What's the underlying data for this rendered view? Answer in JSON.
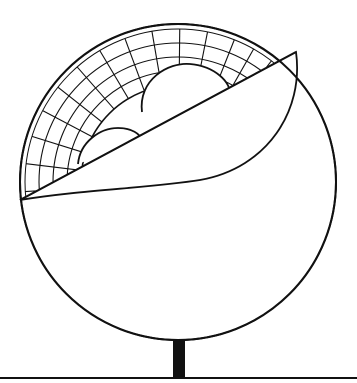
{
  "diagram": {
    "kind": "line-drawing",
    "subject": "globe-lamp-sculpture",
    "colors": {
      "background": "#ffffff",
      "stroke": "#111111"
    },
    "grid": {
      "radial_lines": 11,
      "concentric_arcs": 4
    },
    "parts": [
      "outer-sphere",
      "upper-hemisphere-grid",
      "large-inner-bump",
      "small-inner-bump",
      "diagonal-lip",
      "stand-post",
      "ground-line"
    ]
  }
}
